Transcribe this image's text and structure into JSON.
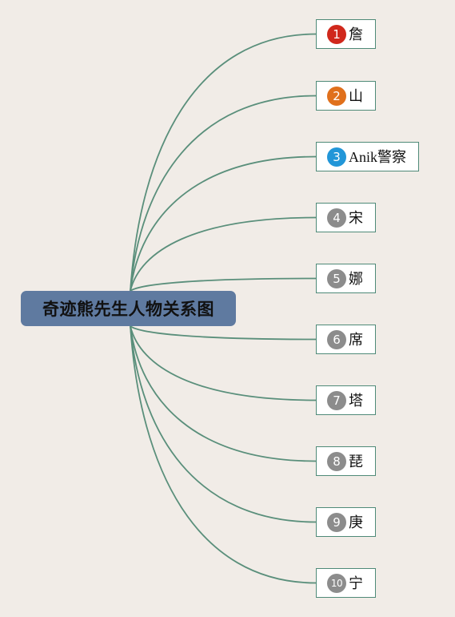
{
  "root": {
    "title": "奇迹熊先生人物关系图"
  },
  "colors": {
    "link": "#5a8f7b",
    "badge_red": "#d0281c",
    "badge_orange": "#e0701c",
    "badge_blue": "#2296d8",
    "badge_gray": "#8c8c8c"
  },
  "nodes": [
    {
      "num": "1",
      "label": "詹",
      "badge_color": "#d0281c"
    },
    {
      "num": "2",
      "label": "山",
      "badge_color": "#e0701c"
    },
    {
      "num": "3",
      "label": "Anik警察",
      "badge_color": "#2296d8"
    },
    {
      "num": "4",
      "label": "宋",
      "badge_color": "#8c8c8c"
    },
    {
      "num": "5",
      "label": "娜",
      "badge_color": "#8c8c8c"
    },
    {
      "num": "6",
      "label": "席",
      "badge_color": "#8c8c8c"
    },
    {
      "num": "7",
      "label": "塔",
      "badge_color": "#8c8c8c"
    },
    {
      "num": "8",
      "label": "琵",
      "badge_color": "#8c8c8c"
    },
    {
      "num": "9",
      "label": "庚",
      "badge_color": "#8c8c8c"
    },
    {
      "num": "10",
      "label": "宁",
      "badge_color": "#8c8c8c"
    }
  ]
}
